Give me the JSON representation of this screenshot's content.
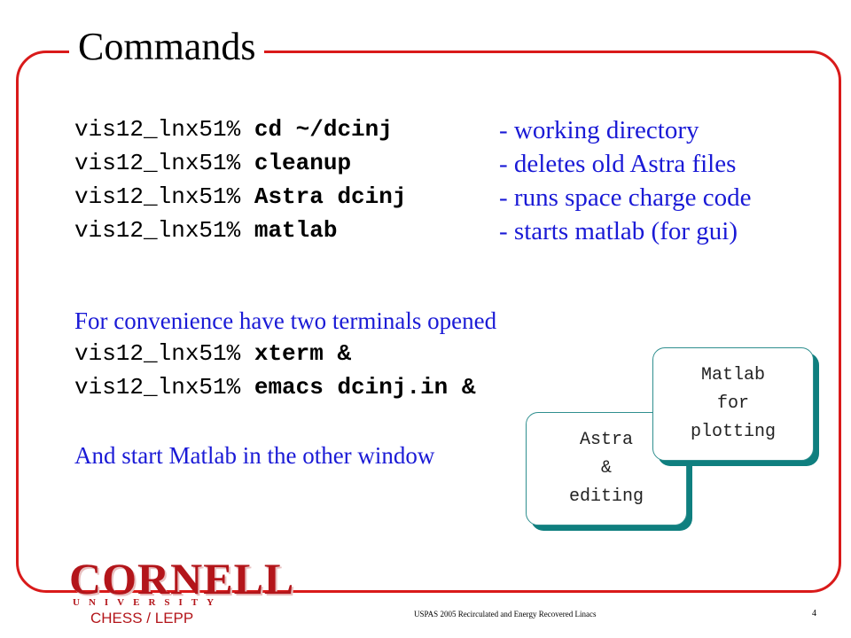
{
  "slide": {
    "title": "Commands",
    "prompt": "vis12_lnx51%",
    "commands": [
      {
        "cmd": "cd ~/dcinj",
        "desc": "- working directory"
      },
      {
        "cmd": "cleanup",
        "desc": "- deletes old Astra files"
      },
      {
        "cmd": "Astra dcinj",
        "desc": "- runs space charge code"
      },
      {
        "cmd": "matlab",
        "desc": "- starts matlab (for gui)"
      }
    ],
    "convenience_note": "For convenience have two terminals opened",
    "terminal_commands": [
      "xterm &",
      "emacs dcinj.in &"
    ],
    "matlab_note": "And start Matlab in the other window",
    "cards": {
      "astra": {
        "lines": [
          "Astra",
          "&",
          "editing"
        ]
      },
      "matlab": {
        "lines": [
          "Matlab",
          "for",
          "plotting"
        ]
      }
    },
    "logo": {
      "name": "CORNELL",
      "sub": "UNIVERSITY"
    },
    "lab_label": "CHESS / LEPP",
    "footer": "USPAS 2005 Recirculated and Energy Recovered Linacs",
    "page_number": "4"
  },
  "colors": {
    "frame": "#d91a1a",
    "blue_text": "#1a1ad6",
    "card_shadow": "#0f7f7f",
    "cornell_red": "#b3151a"
  }
}
